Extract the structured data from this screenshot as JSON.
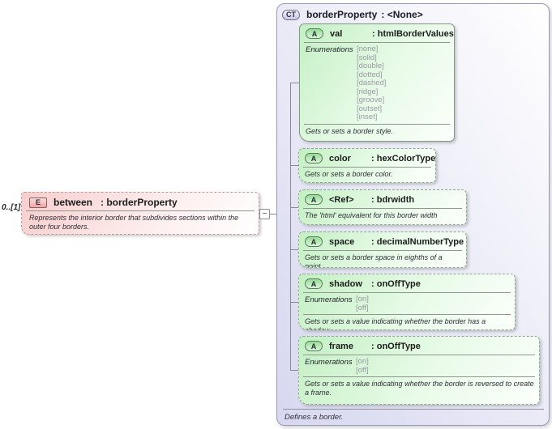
{
  "element": {
    "cardinality": "0..[1]",
    "icon": "E",
    "name": "between",
    "type_label": ": borderProperty",
    "annotation": "Represents the interior border that subdivides sections within the outer four borders.",
    "collapse_glyph": "−"
  },
  "complex_type": {
    "icon": "CT",
    "name": "borderProperty",
    "type_label": ": <None>",
    "annotation": "Defines a border.",
    "attributes": [
      {
        "icon": "A",
        "name": "val",
        "type_label": ": htmlBorderValues",
        "enum_label": "Enumerations",
        "enums": [
          "[none]",
          "[solid]",
          "[double]",
          "[dotted]",
          "[dashed]",
          "[ridge]",
          "[groove]",
          "[outset]",
          "[inset]"
        ],
        "annotation": "Gets or sets a border style."
      },
      {
        "icon": "A",
        "name": "color",
        "type_label": ": hexColorType",
        "annotation": "Gets or sets a border color."
      },
      {
        "icon": "A",
        "name": "<Ref>",
        "type_label": ": bdrwidth",
        "annotation": "The 'html' equivalent for this border width"
      },
      {
        "icon": "A",
        "name": "space",
        "type_label": ": decimalNumberType",
        "annotation": "Gets or sets a border space in eighths of a point."
      },
      {
        "icon": "A",
        "name": "shadow",
        "type_label": ": onOffType",
        "enum_label": "Enumerations",
        "enums": [
          "[on]",
          "[off]"
        ],
        "annotation": "Gets or sets a value indicating whether the border has a shadow."
      },
      {
        "icon": "A",
        "name": "frame",
        "type_label": ": onOffType",
        "enum_label": "Enumerations",
        "enums": [
          "[on]",
          "[off]"
        ],
        "annotation": "Gets or sets a value indicating whether the border is reversed to create a frame."
      }
    ]
  },
  "colors": {
    "attribute_green": "#c3f0c3",
    "element_pink": "#f8cecd",
    "complex_type_lavender": "#d7d7f0",
    "enum_text_gray": "#9a9aa4",
    "connector_gray": "#8a8a96"
  }
}
